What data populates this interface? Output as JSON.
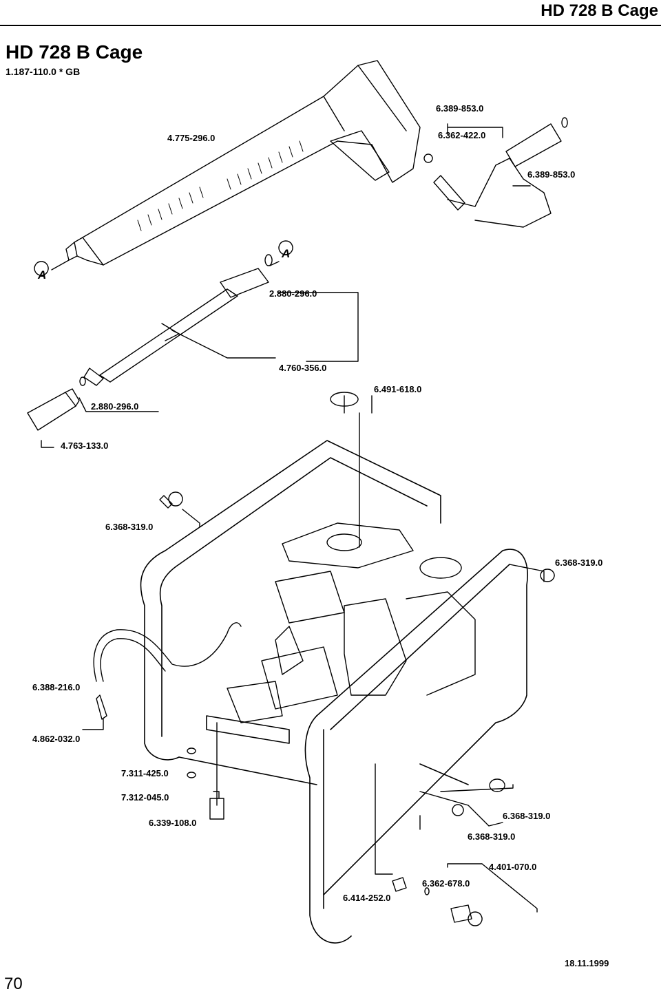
{
  "header": {
    "title": "HD 728 B Cage"
  },
  "heading": {
    "title": "HD 728 B Cage",
    "subtitle": "1.187-110.0  * GB"
  },
  "footer": {
    "page_number": "70",
    "date": "18.11.1999"
  },
  "callout_letter": "A",
  "part_numbers": [
    "6.389-853.0",
    "4.775-296.0",
    "6.362-422.0",
    "6.389-853.0",
    "2.880-296.0",
    "4.760-356.0",
    "6.491-618.0",
    "2.880-296.0",
    "4.763-133.0",
    "6.368-319.0",
    "6.368-319.0",
    "6.388-216.0",
    "4.862-032.0",
    "7.311-425.0",
    "7.312-045.0",
    "6.339-108.0",
    "6.368-319.0",
    "6.368-319.0",
    "4.401-070.0",
    "6.362-678.0",
    "6.414-252.0"
  ]
}
